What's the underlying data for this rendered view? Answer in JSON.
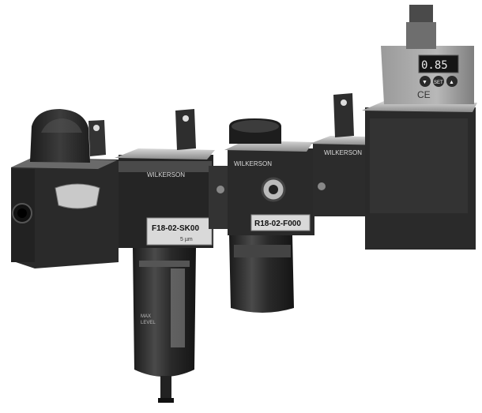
{
  "brand": "WILKERSON",
  "filter_label": "F18-02-SK00",
  "filter_sublabel": "5 µm",
  "regulator_label": "R18-02-F000",
  "bowl_text": {
    "max": "MAX",
    "level": "LEVEL"
  },
  "display_value": "0.85",
  "display_buttons": [
    "▼",
    "SET",
    "▲"
  ],
  "ce_mark": "CE",
  "colors": {
    "body": "#2b2b2b",
    "face": "#3a3a3a",
    "label": "#d9d9d9",
    "accent": "#9a9a9a",
    "housing": "#8e8e8e"
  }
}
